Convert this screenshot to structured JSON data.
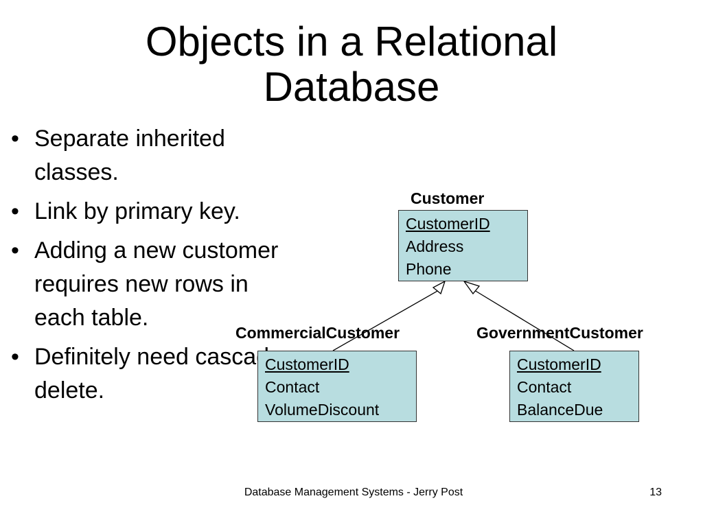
{
  "slide": {
    "title": "Objects in a Relational Database",
    "bullets": [
      "Separate inherited classes.",
      "Link by primary key.",
      "Adding a new customer requires new rows in each table.",
      "Definitely need cascade delete."
    ],
    "bullet_symbol": "•",
    "footer": "Database Management Systems - Jerry Post",
    "slide_number": "13"
  },
  "diagram": {
    "entities": {
      "customer": {
        "name": "Customer",
        "attributes": [
          "CustomerID",
          "Address",
          "Phone"
        ],
        "primary_key": "CustomerID"
      },
      "commercial": {
        "name": "CommercialCustomer",
        "attributes": [
          "CustomerID",
          "Contact",
          "VolumeDiscount"
        ],
        "primary_key": "CustomerID"
      },
      "government": {
        "name": "GovernmentCustomer",
        "attributes": [
          "CustomerID",
          "Contact",
          "BalanceDue"
        ],
        "primary_key": "CustomerID"
      }
    },
    "relationships": [
      {
        "type": "inheritance",
        "child": "commercial",
        "parent": "customer"
      },
      {
        "type": "inheritance",
        "child": "government",
        "parent": "customer"
      }
    ],
    "box_fill": "#b8dde0",
    "box_border": "#333333"
  }
}
